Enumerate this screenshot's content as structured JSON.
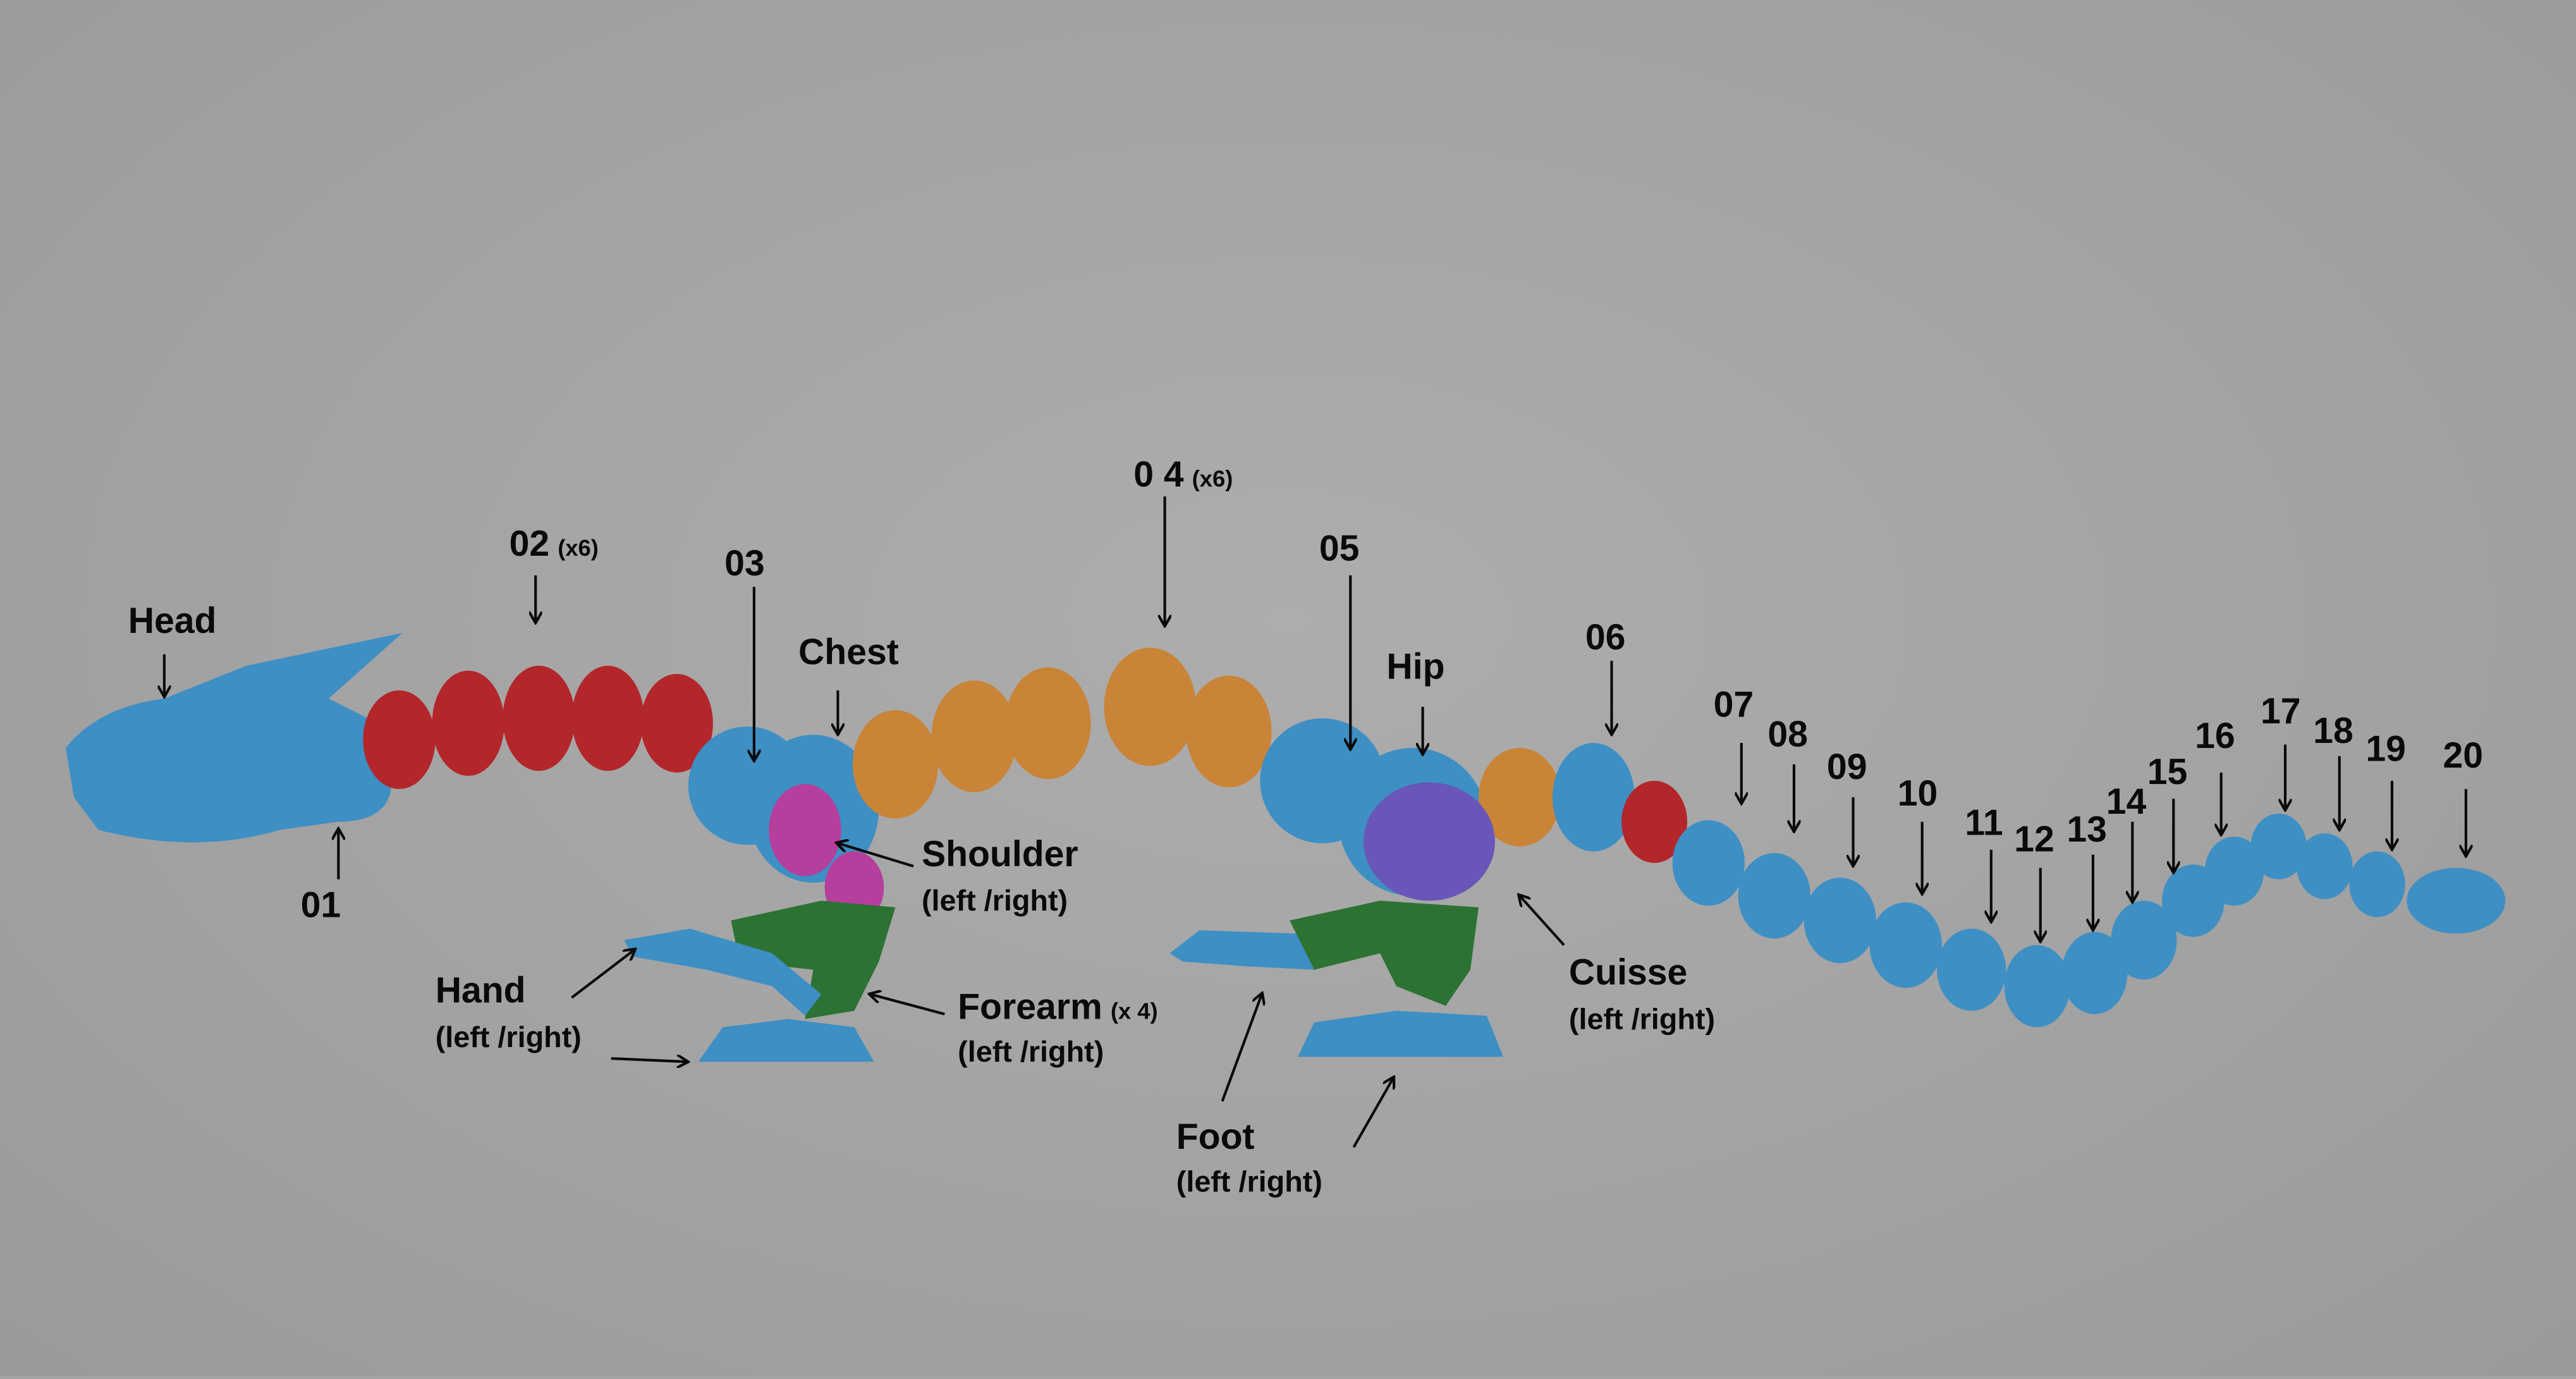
{
  "colors": {
    "background": "#a4a4a4",
    "blue": "#3d8fc4",
    "red": "#b3262a",
    "orange": "#c98437",
    "magenta": "#b63e9c",
    "purple": "#6a55b8",
    "green": "#2c7232",
    "text": "#0a0a0a"
  },
  "labels": {
    "head": "Head",
    "p01": "01",
    "p02": "02",
    "p02_count": "(x6)",
    "p03": "03",
    "chest": "Chest",
    "p04": "0 4",
    "p04_count": "(x6)",
    "p05": "05",
    "hip": "Hip",
    "p06": "06",
    "tail": [
      "07",
      "08",
      "09",
      "10",
      "11",
      "12",
      "13",
      "14",
      "15",
      "16",
      "17",
      "18",
      "19",
      "20"
    ],
    "shoulder": "Shoulder",
    "shoulder_side": "(left /right)",
    "hand": "Hand",
    "hand_side": "(left /right)",
    "forearm": "Forearm",
    "forearm_count": "(x 4)",
    "forearm_side": "(left /right)",
    "foot": "Foot",
    "foot_side": "(left /right)",
    "cuisse": "Cuisse",
    "cuisse_side": "(left /right)"
  }
}
